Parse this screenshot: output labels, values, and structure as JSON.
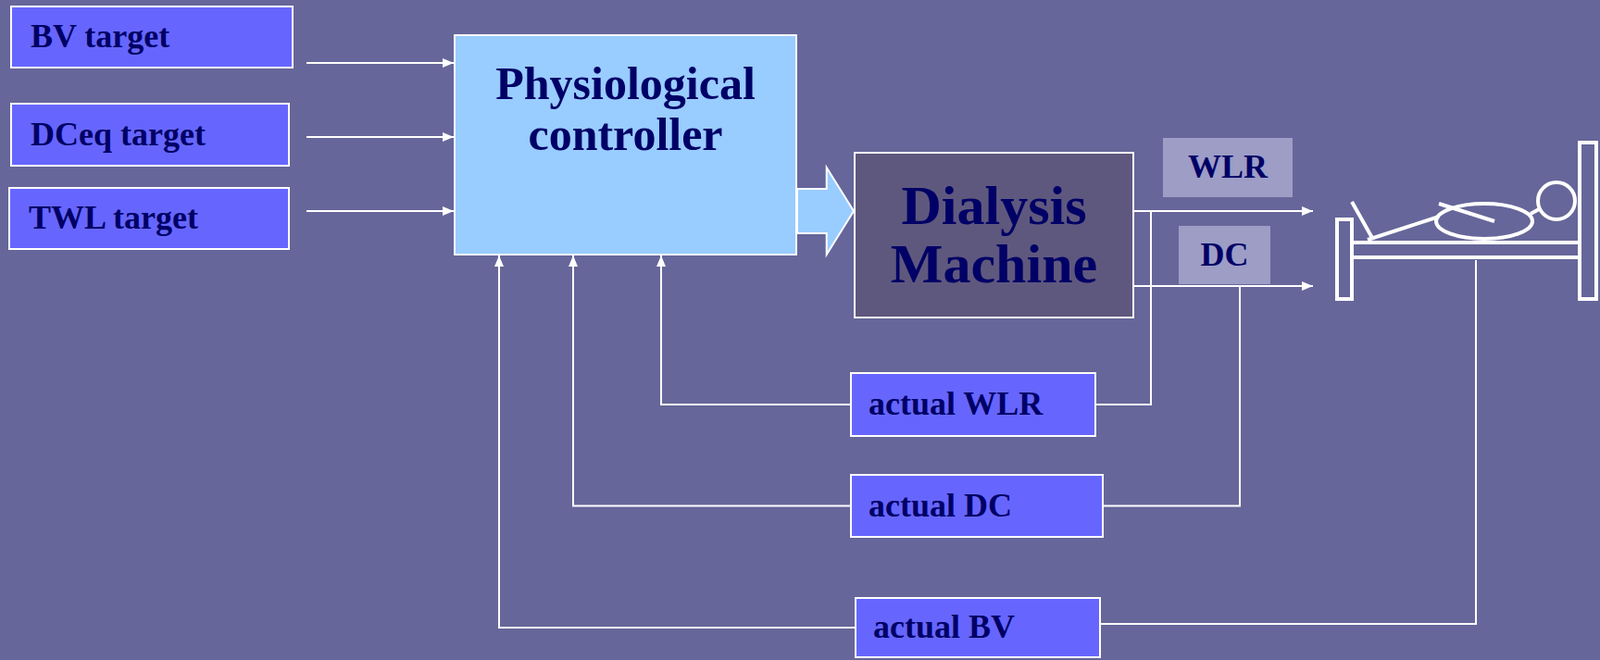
{
  "diagram": {
    "nodes": [
      {
        "text": [
          "BV target"
        ]
      },
      {
        "text": [
          "DCeq target"
        ]
      },
      {
        "text": [
          "TWL target"
        ]
      },
      {
        "text": [
          "Physiological controller"
        ]
      },
      {
        "text": [
          "Dialysis Machine"
        ]
      },
      {
        "text": [
          "WLR"
        ]
      },
      {
        "text": [
          "DC"
        ]
      },
      {
        "text": [
          "actual WLR"
        ]
      },
      {
        "text": [
          "actual DC"
        ]
      },
      {
        "text": [
          "actual BV"
        ]
      }
    ],
    "edges": [
      {
        "from": 0,
        "to": 3,
        "arrow": "to"
      },
      {
        "from": 1,
        "to": 3,
        "arrow": "to"
      },
      {
        "from": 2,
        "to": 3,
        "arrow": "to"
      },
      {
        "from": 3,
        "to": 4,
        "arrow": "to"
      },
      {
        "from": 4,
        "to": 7,
        "arrow": "none"
      },
      {
        "from": 7,
        "to": 3,
        "arrow": "to"
      },
      {
        "from": 4,
        "to": 8,
        "arrow": "none"
      },
      {
        "from": 8,
        "to": 3,
        "arrow": "to"
      },
      {
        "from": 9,
        "to": 3,
        "arrow": "to"
      }
    ]
  }
}
